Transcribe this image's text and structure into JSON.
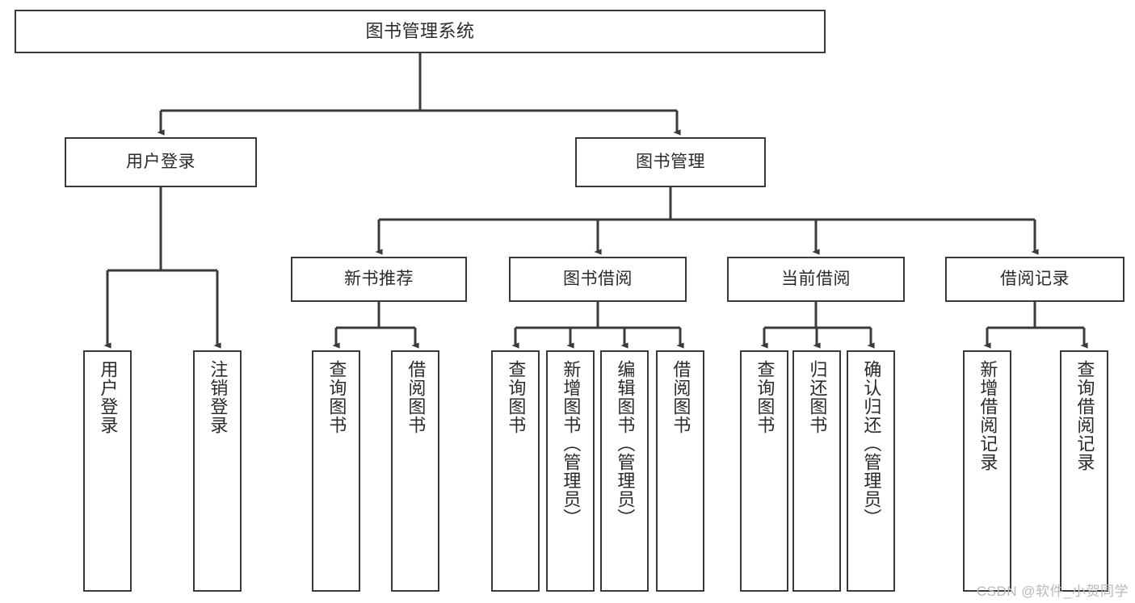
{
  "diagram": {
    "title": "图书管理系统",
    "type": "hierarchy-tree",
    "background_color": "#ffffff",
    "line_color": "#3a3a3a",
    "text_color": "#2b2b2b",
    "root": {
      "label": "图书管理系统"
    },
    "level2": [
      {
        "label": "用户登录"
      },
      {
        "label": "图书管理"
      }
    ],
    "level3": [
      {
        "label": "新书推荐"
      },
      {
        "label": "图书借阅"
      },
      {
        "label": "当前借阅"
      },
      {
        "label": "借阅记录"
      }
    ],
    "leaves_user_login": [
      {
        "label": "用户登录"
      },
      {
        "label": "注销登录"
      }
    ],
    "leaves_new_book": [
      {
        "label": "查询图书"
      },
      {
        "label": "借阅图书"
      }
    ],
    "leaves_borrow": [
      {
        "label": "查询图书"
      },
      {
        "label": "新增图书（管理员）"
      },
      {
        "label": "编辑图书（管理员）"
      },
      {
        "label": "借阅图书"
      }
    ],
    "leaves_current": [
      {
        "label": "查询图书"
      },
      {
        "label": "归还图书"
      },
      {
        "label": "确认归还（管理员）"
      }
    ],
    "leaves_records": [
      {
        "label": "新增借阅记录"
      },
      {
        "label": "查询借阅记录"
      }
    ]
  },
  "watermark": {
    "text": "CSDN @软件_小贺同学"
  }
}
